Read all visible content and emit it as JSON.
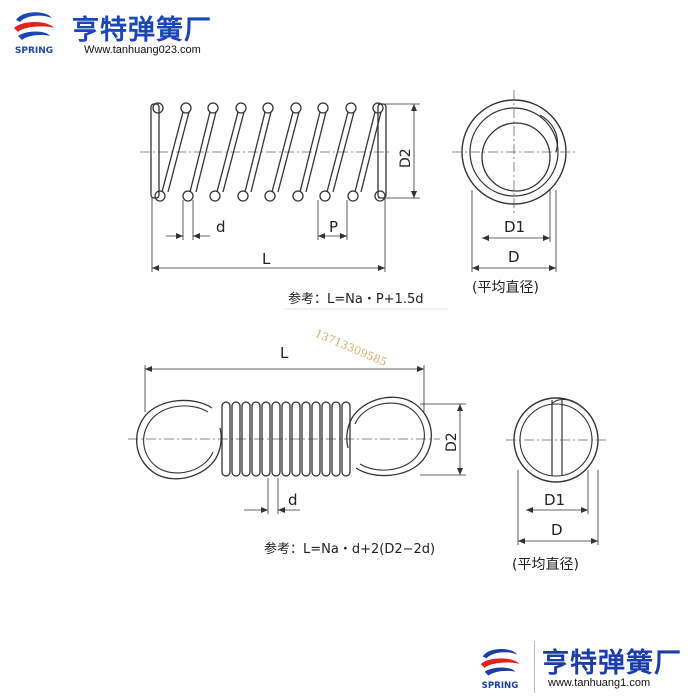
{
  "brand": {
    "name": "亨特弹簧厂",
    "logo_text": "SPRING",
    "url_top": "Www.tanhuang023.com",
    "url_bottom": "www.tanhuang1.com",
    "colors": {
      "primary": "#1a47b8",
      "accent": "#e0231c"
    }
  },
  "compression_spring": {
    "labels": {
      "d": "d",
      "P": "P",
      "L": "L",
      "D2": "D2",
      "D1": "D1",
      "D": "D"
    },
    "mean_diameter_note": "(平均直径)",
    "formula": "参考：L=Na・P+1.5d"
  },
  "extension_spring": {
    "labels": {
      "L": "L",
      "d": "d",
      "D2": "D2",
      "D1": "D1",
      "D": "D"
    },
    "mean_diameter_note": "(平均直径)",
    "formula": "参考：L=Na・d+2(D2−2d)"
  },
  "watermark": "13713309585"
}
